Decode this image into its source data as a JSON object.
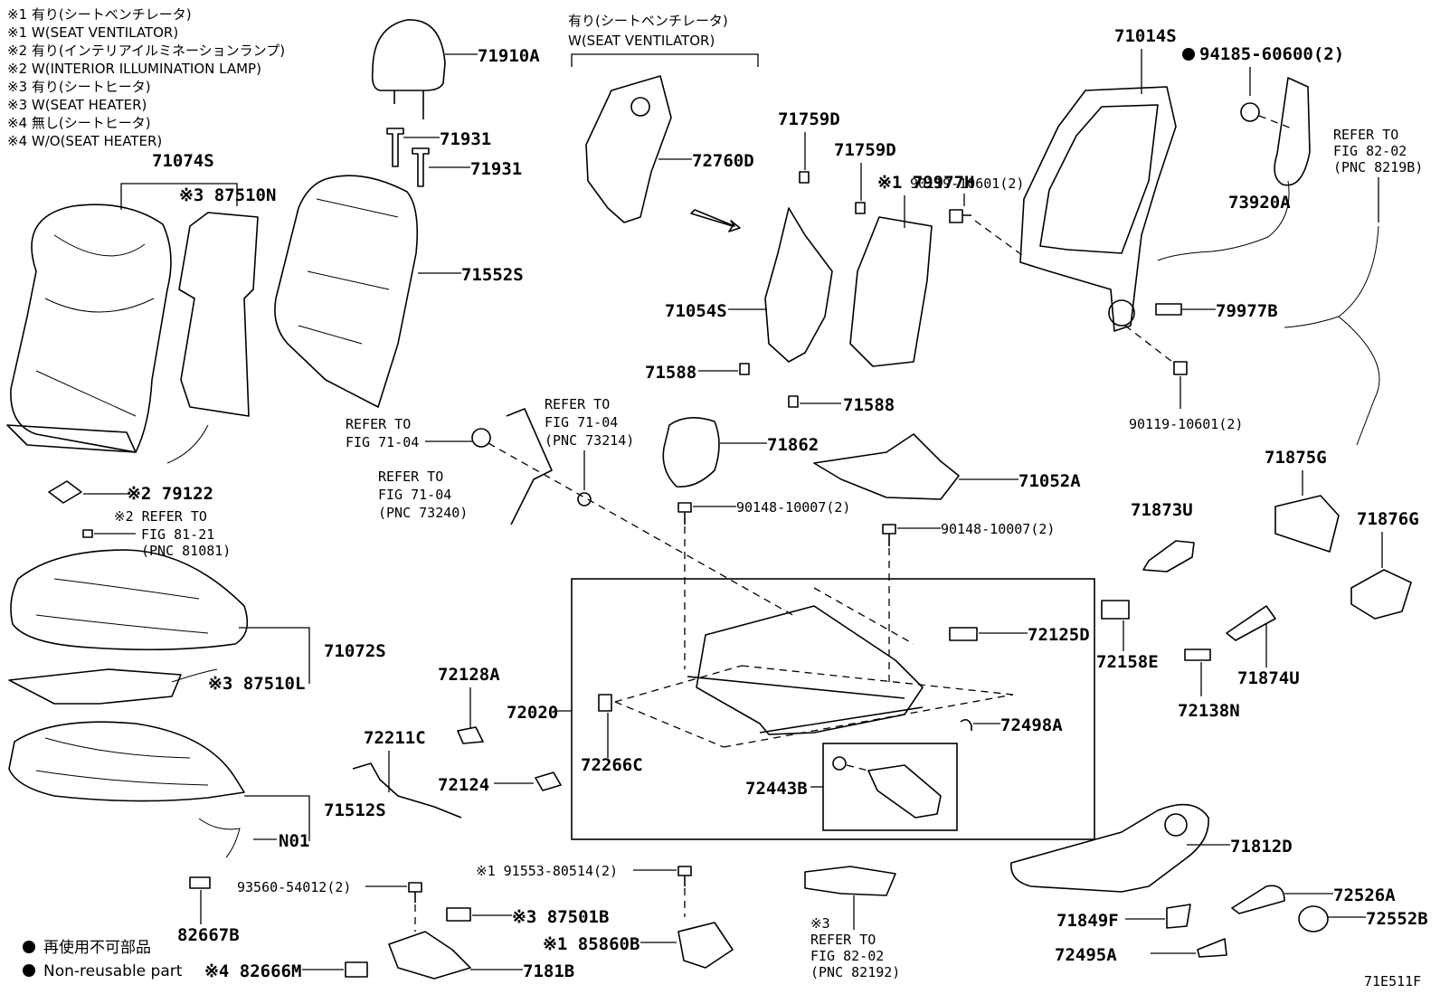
{
  "notes": [
    "※1 有り(シートベンチレータ)",
    "※1 W(SEAT VENTILATOR)",
    "※2 有り(インテリアイルミネーションランプ)",
    "※2 W(INTERIOR ILLUMINATION LAMP)",
    "※3 有り(シートヒータ)",
    "※3 W(SEAT HEATER)",
    "※4 無し(シートヒータ)",
    "※4 W/O(SEAT HEATER)"
  ],
  "ventilator_header": [
    "有り(シートベンチレータ)",
    "W(SEAT VENTILATOR)"
  ],
  "labels": {
    "p71910A": "71910A",
    "p71931a": "71931",
    "p71931b": "71931",
    "p71074S": "71074S",
    "p87510N": "※3 87510N",
    "p71552S": "71552S",
    "p72760D": "72760D",
    "p71759Da": "71759D",
    "p71759Db": "71759D",
    "p79977H": "※1 79977H",
    "p71054S": "71054S",
    "p71588a": "71588",
    "p71588b": "71588",
    "p71014S": "71014S",
    "p94185": "94185-60600(2)",
    "p90119a": "90119-10601(2)",
    "p90119b": "90119-10601(2)",
    "p73920A": "73920A",
    "p79977B": "79977B",
    "p79122": "※2 79122",
    "p71862": "71862",
    "p71052A": "71052A",
    "p90148a": "90148-10007(2)",
    "p90148b": "90148-10007(2)",
    "p71072S": "71072S",
    "p87510L": "※3 87510L",
    "p72128A": "72128A",
    "p72020": "72020",
    "p72125D": "72125D",
    "p72158E": "72158E",
    "p72138N": "72138N",
    "p71873U": "71873U",
    "p71875G": "71875G",
    "p71876G": "71876G",
    "p71874U": "71874U",
    "p72498A": "72498A",
    "p72266C": "72266C",
    "p72443B": "72443B",
    "p72211C": "72211C",
    "p72124": "72124",
    "p71512S": "71512S",
    "pN01": "N01",
    "p93560": "93560-54012(2)",
    "p91553": "※1 91553-80514(2)",
    "p87501B": "※3 87501B",
    "p85860B": "※1 85860B",
    "p7181B": "7181B",
    "p82667B": "82667B",
    "p82666M": "※4 82666M",
    "p71812D": "71812D",
    "p71849F": "71849F",
    "p72495A": "72495A",
    "p72526A": "72526A",
    "p72552B": "72552B"
  },
  "refs": {
    "ref_8219B": [
      "REFER TO",
      "FIG 82-02",
      "(PNC 8219B)"
    ],
    "ref_8108": [
      "※2 REFER TO",
      "FIG 81-21",
      "(PNC 81081)"
    ],
    "ref_7104_left": [
      "REFER TO",
      "FIG 71-04"
    ],
    "ref_73214": [
      "REFER TO",
      "FIG 71-04",
      "(PNC 73214)"
    ],
    "ref_73240": [
      "REFER TO",
      "FIG 71-04",
      "(PNC 73240)"
    ],
    "ref_82192": [
      "※3",
      "REFER TO",
      "FIG 82-02",
      "(PNC 82192)"
    ]
  },
  "legend": {
    "jp": "再使用不可部品",
    "en": "Non-reusable part"
  },
  "figure_id": "71E511F"
}
